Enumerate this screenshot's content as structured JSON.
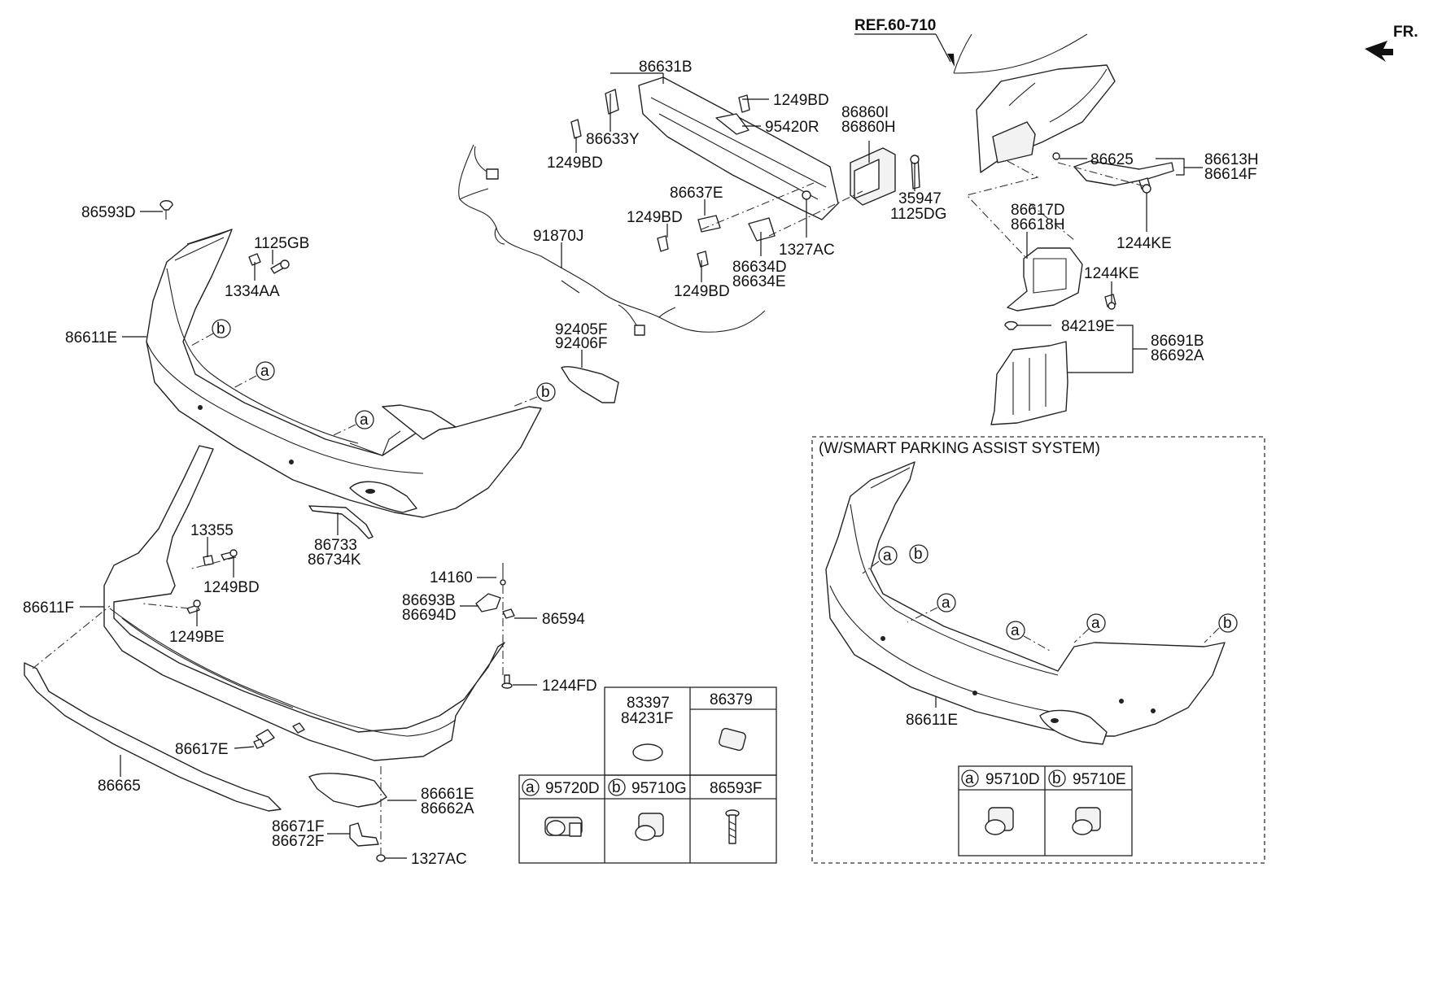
{
  "reference": {
    "ref_label": "REF.60-710",
    "fr_label": "FR."
  },
  "callouts": {
    "p86631B": "86631B",
    "p1249BD_a": "1249BD",
    "p95420R": "95420R",
    "p86633Y": "86633Y",
    "p1249BD_b": "1249BD",
    "p86860I": "86860I",
    "p86860H": "86860H",
    "p35947": "35947",
    "p1125DG": "1125DG",
    "p86637E": "86637E",
    "p1249BD_c": "1249BD",
    "p1327AC_a": "1327AC",
    "p86634D": "86634D",
    "p86634E": "86634E",
    "p1249BD_d": "1249BD",
    "p91870J": "91870J",
    "p86593D": "86593D",
    "p1125GB": "1125GB",
    "p1334AA": "1334AA",
    "p86611E_a": "86611E",
    "p92405F": "92405F",
    "p92406F": "92406F",
    "p86733": "86733",
    "p86734K": "86734K",
    "p13355": "13355",
    "p1249BD_e": "1249BD",
    "p86611F": "86611F",
    "p1249BE": "1249BE",
    "p14160": "14160",
    "p86693B": "86693B",
    "p86694D": "86694D",
    "p86594": "86594",
    "p1244FD": "1244FD",
    "p86617E": "86617E",
    "p86665": "86665",
    "p86661E": "86661E",
    "p86662A": "86662A",
    "p86671F": "86671F",
    "p86672F": "86672F",
    "p1327AC_b": "1327AC",
    "p86625": "86625",
    "p86613H": "86613H",
    "p86614F": "86614F",
    "p1244KE_a": "1244KE",
    "p86617D": "86617D",
    "p86618H": "86618H",
    "p1244KE_b": "1244KE",
    "p84219E": "84219E",
    "p86691B": "86691B",
    "p86692A": "86692A",
    "p86611E_b": "86611E"
  },
  "markers": {
    "a": "a",
    "b": "b"
  },
  "smart_parking": {
    "title": "(W/SMART PARKING ASSIST SYSTEM)"
  },
  "parts_table": {
    "c83397": "83397",
    "c84231F": "84231F",
    "c86379": "86379",
    "c95720D": "95720D",
    "c95710G": "95710G",
    "c86593F": "86593F"
  },
  "spas_table": {
    "c95710D": "95710D",
    "c95710E": "95710E"
  }
}
